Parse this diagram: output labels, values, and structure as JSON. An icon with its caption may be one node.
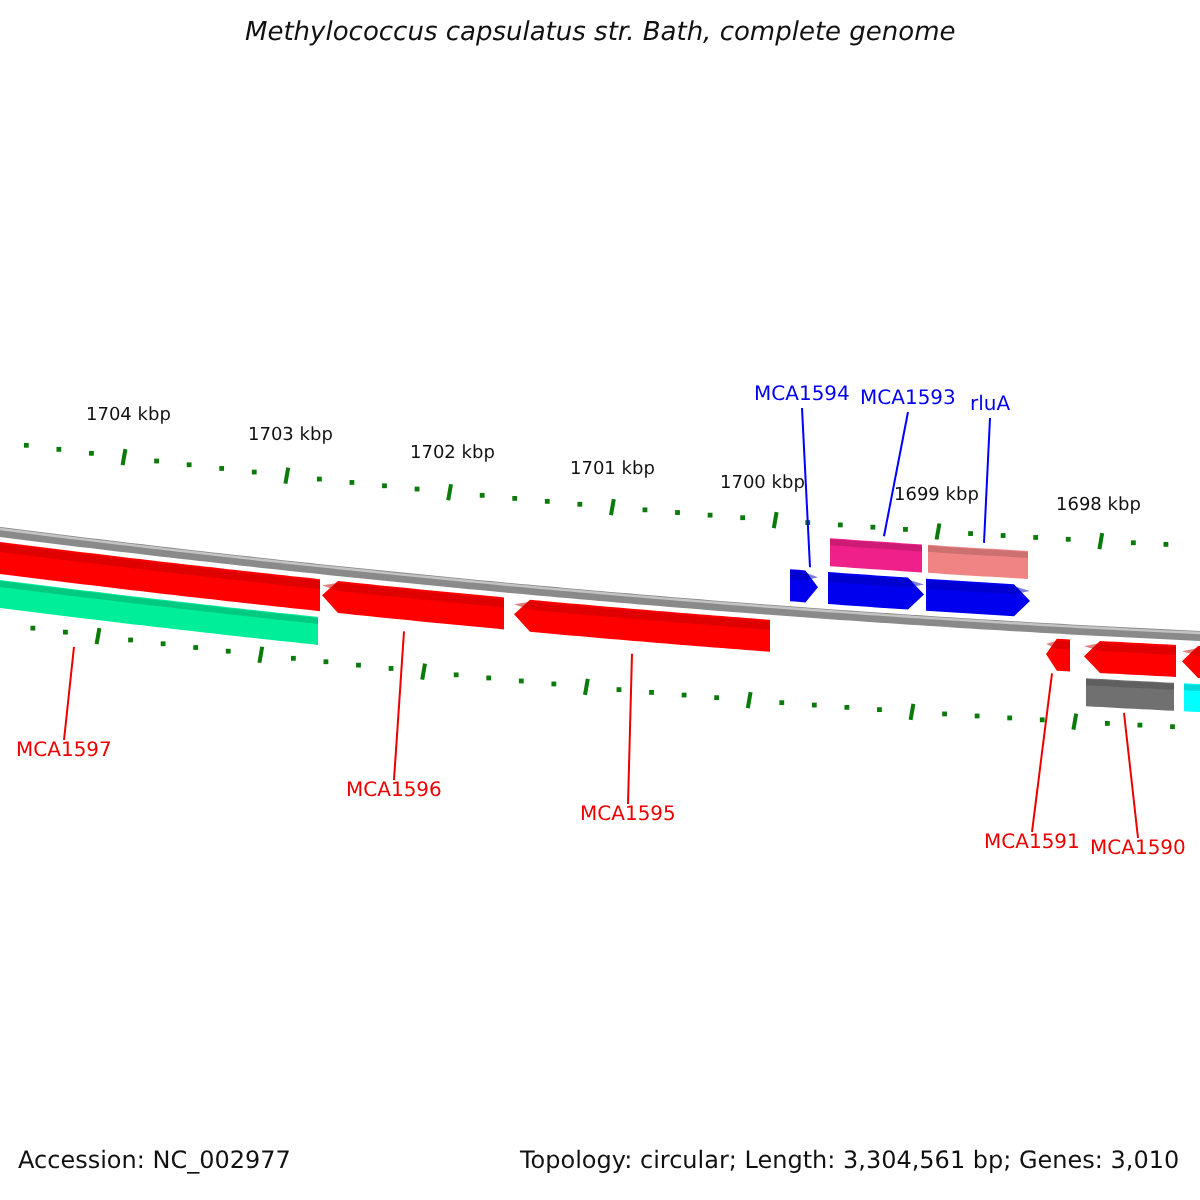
{
  "diagram": {
    "title": "Methylococcus capsulatus str. Bath, complete genome",
    "nodes": [
      {
        "text": [
          "MCA1594"
        ]
      },
      {
        "text": [
          "MCA1593"
        ]
      },
      {
        "text": [
          "rluA"
        ]
      },
      {
        "text": [],
        "shape": "bar"
      },
      {
        "text": [],
        "shape": "bar"
      },
      {
        "text": [],
        "shape": "bar"
      },
      {
        "text": [],
        "shape": "bar"
      },
      {
        "text": [],
        "shape": "bar"
      },
      {
        "text": [],
        "shape": "bar"
      },
      {
        "text": [],
        "shape": "bar"
      },
      {
        "text": [],
        "shape": "bar"
      },
      {
        "text": [],
        "shape": "bar"
      },
      {
        "text": [
          "MCA1597"
        ]
      },
      {
        "text": [
          "MCA1596"
        ]
      },
      {
        "text": [
          "MCA1595"
        ]
      },
      {
        "text": [
          "MCA1591"
        ]
      },
      {
        "text": [
          "MCA1590"
        ]
      }
    ],
    "edges": [
      {
        "from": 0,
        "to": 6,
        "arrow": "none",
        "color": "#0000ff"
      },
      {
        "from": 1,
        "to": 7,
        "arrow": "none",
        "color": "#0000ff"
      },
      {
        "from": 2,
        "to": 8,
        "arrow": "none",
        "color": "#0000ff"
      },
      {
        "from": 12,
        "to": 3,
        "arrow": "none"
      },
      {
        "from": 13,
        "to": 4,
        "arrow": "none"
      },
      {
        "from": 14,
        "to": 5,
        "arrow": "none"
      },
      {
        "from": 15,
        "to": 9,
        "arrow": "none"
      },
      {
        "from": 16,
        "to": 10,
        "arrow": "none"
      }
    ],
    "labels": [
      "1704 kbp",
      "1703 kbp",
      "1702 kbp",
      "1701 kbp",
      "1700 kbp",
      "1699 kbp",
      "1698 kbp",
      "Accession: NC_002977",
      "Topology: circular; Length: 3,304,561 bp; Genes: 3,010"
    ]
  }
}
